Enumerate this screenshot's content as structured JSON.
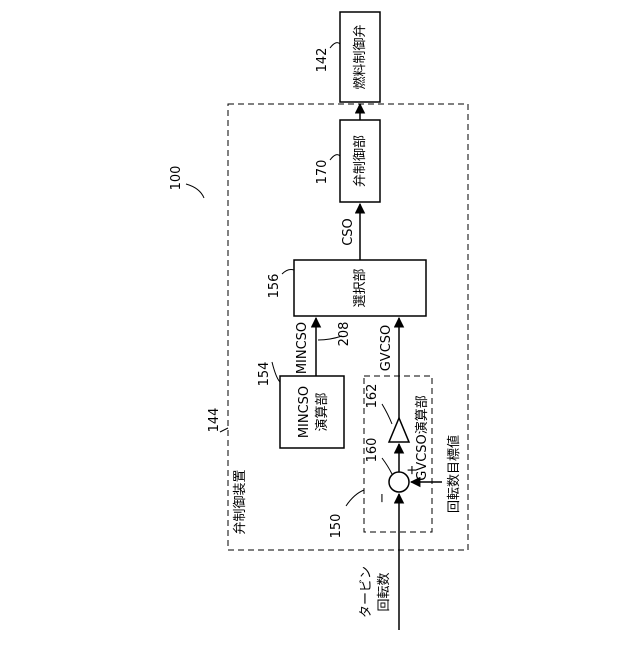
{
  "ref": {
    "device": "100",
    "fuel_valve": "142",
    "controller": "144",
    "gvcso_unit": "150",
    "mincso_unit": "154",
    "selector": "156",
    "subtractor": "160",
    "amplifier": "162",
    "valve_control": "170",
    "mincso_line": "208"
  },
  "blocks": {
    "fuel_valve": "燃料制御弁",
    "valve_control": "弁制御部",
    "selector": "選択部",
    "mincso_line1": "MINCSO",
    "mincso_line2": "演算部"
  },
  "labels": {
    "controller": "弁制御装置",
    "gvcso_unit": "GVCSO演算部",
    "target_speed": "回転数目標値",
    "turbine_line1": "タービン",
    "turbine_line2": "回転数",
    "cso": "CSO",
    "mincso": "MINCSO",
    "gvcso": "GVCSO",
    "minus": "−",
    "plus": "+"
  }
}
